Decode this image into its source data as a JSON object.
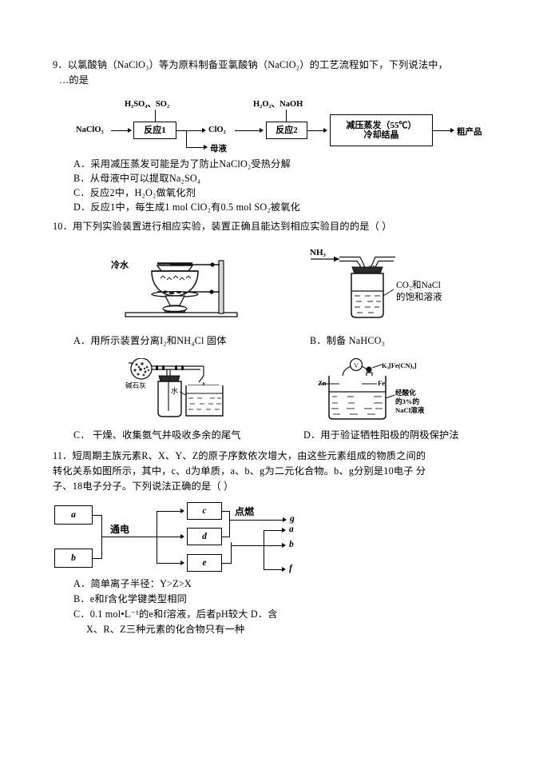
{
  "questions": [
    {
      "number": "9",
      "stem_line1": "9．以氯酸钠（NaClO₃）等为原料制备亚氯酸钠（NaClO₂）的工艺流程如下，下列说法中，",
      "stem_line2": "…的是",
      "options": [
        "A．采用减压蒸发可能是为了防止NaClO₂受热分解",
        "B．从母液中可以提取Na₂SO₄",
        "C．反应2中，H₂O₂做氧化剂",
        "D．反应1中，每生成1 mol ClO₂有0.5 mol SO₂被氧化"
      ]
    },
    {
      "number": "10",
      "stem_line1": "10．用下列实验装置进行相应实验，装置正确且能达到相应实验目的的是（        ）",
      "options": [
        "A．用所示装置分离I₂和NH₄Cl 固体",
        "B．制备 NaHCO₃",
        "C． 干燥、收集氨气并吸收多余的尾气",
        "D．用于验证牺牲阳极的阴极保护法"
      ]
    },
    {
      "number": "11",
      "stem_line1": "11．短周期主族元素R、X、Y、Z的原子序数依次增大，由这些元素组成的物质之间的",
      "stem_line2": "转化关系如图所示，其中，c、d为单质，a、b、g为二元化合物。b、g分别是10电子 分",
      "stem_line3": "子、18电子分子。下列说法正确的是（      ）",
      "options": [
        "A．简单离子半径：Y>Z>X",
        "B．e和f含化学键类型相同",
        "C．0.1 mol•L⁻¹的e和f溶液，后者pH较大  D．含",
        "X、R、Z三种元素的化合物只有一种"
      ]
    }
  ],
  "flowchart_q9": {
    "input_label": "NaClO₃",
    "reagent_1": "H₂SO₄、SO₂",
    "box_1": "反应1",
    "intermediate": "ClO₂",
    "byproduct": "母液",
    "reagent_2": "H₂O₂、NaOH",
    "box_2": "反应2",
    "box_3_line1": "减压蒸发（55℃）",
    "box_3_line2": "冷却结晶",
    "output_label": "粗产品"
  },
  "apparatus_a": {
    "label_cold_water": "冷水",
    "caption": "A．用所示装置分离I₂和NH₄Cl 固体"
  },
  "apparatus_b": {
    "inlet_gas": "NH₃",
    "solution_line1": "CO₂和NaCl",
    "solution_line2": "的饱和溶液",
    "caption": "B．制备 NaHCO₃"
  },
  "apparatus_c": {
    "drying_agent": "碱石灰",
    "beaker_liquid": "水",
    "caption": "C． 干燥、收集氨气并吸收多余的尾气"
  },
  "apparatus_d": {
    "meter": "V",
    "electrode_left": "Zn",
    "electrode_right": "Fe",
    "indicator": "K₃[Fe(CN)₆]",
    "solution_line1": "经酸化",
    "solution_line2": "的3%的",
    "solution_line3": "NaCl溶液",
    "caption": "D．用于验证牺牲阳极的阴极保护法"
  },
  "flowchart_q11": {
    "reactant_a": "a",
    "reactant_b": "b",
    "process_label": "通电",
    "product_c": "c",
    "product_d": "d",
    "product_e": "e",
    "ignite_label": "点燃",
    "out_g": "g",
    "out_a": "a",
    "out_b": "b",
    "out_f": "f"
  },
  "colors": {
    "ink": "#000000",
    "paper": "#ffffff"
  }
}
